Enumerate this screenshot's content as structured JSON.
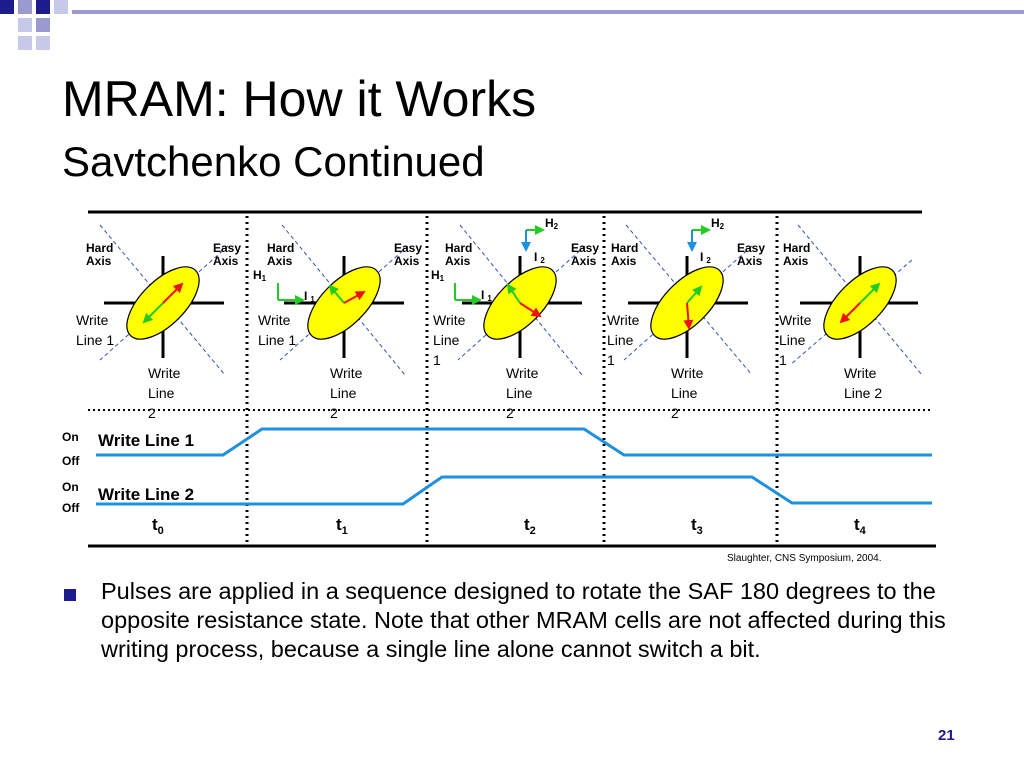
{
  "title": "MRAM: How it Works",
  "subtitle": "Savtchenko Continued",
  "citation": "Slaughter, CNS Symposium, 2004.",
  "bullet": "Pulses are applied in a sequence designed to rotate the SAF 180 degrees to the opposite resistance state.  Note that other MRAM cells are not affected during this writing process, because a single line alone cannot switch a bit.",
  "page_number": "21",
  "colors": {
    "accent": "#1c1c8c",
    "ellipse_fill": "#ffff00",
    "arrow_green": "#22cc22",
    "arrow_red": "#ee1111",
    "signal_blue": "#1e90e0",
    "field_green": "#22cc22",
    "current_blue": "#1e90e0"
  },
  "labels": {
    "hard_axis": [
      "Hard",
      "Axis"
    ],
    "easy_axis": [
      "Easy",
      "Axis"
    ],
    "write_line_1": "Write Line 1",
    "write_line_1_split": [
      "Write",
      "Line 1"
    ],
    "write_line_1_stack": [
      "Write",
      "Line",
      "1"
    ],
    "write_line_2_stack": [
      "Write",
      "Line",
      "2"
    ],
    "write_line_2_split": [
      "Write",
      "Line 2"
    ],
    "write_line_2": "Write Line 2",
    "on": "On",
    "off": "Off"
  },
  "time_labels": [
    {
      "base": "t",
      "sub": "0"
    },
    {
      "base": "t",
      "sub": "1"
    },
    {
      "base": "t",
      "sub": "2"
    },
    {
      "base": "t",
      "sub": "3"
    },
    {
      "base": "t",
      "sub": "4"
    }
  ],
  "field_labels": {
    "h1": {
      "base": "H",
      "sub": "1"
    },
    "i1": {
      "base": "I",
      "sub": "1"
    },
    "h2": {
      "base": "H",
      "sub": "2"
    },
    "i2": {
      "base": "I",
      "sub": "2"
    }
  }
}
